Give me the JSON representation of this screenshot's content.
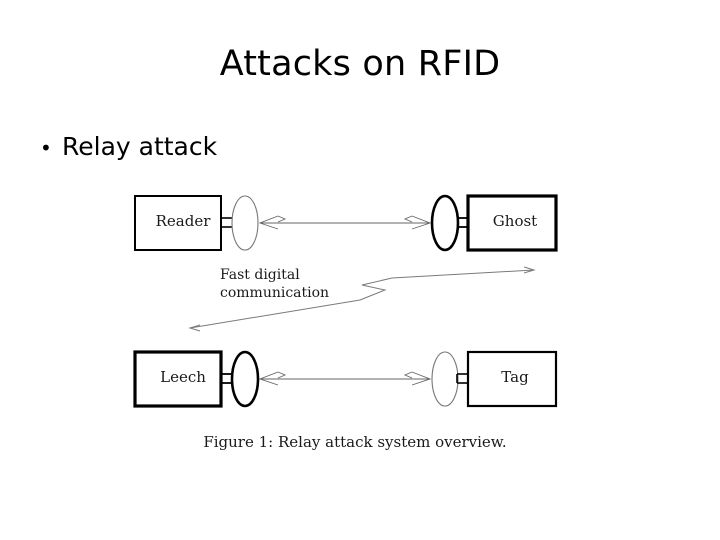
{
  "slide": {
    "title": "Attacks on RFID",
    "background_color": "#ffffff",
    "text_color": "#000000"
  },
  "bullets": [
    {
      "marker": "•",
      "text": "Relay attack"
    }
  ],
  "figure": {
    "caption": "Figure 1: Relay attack system overview.",
    "middle_label_line1": "Fast digital",
    "middle_label_line2": "communication",
    "middle_label": "Fast digital communication",
    "nodes": [
      {
        "id": "reader",
        "label": "Reader",
        "row": "top",
        "side": "left",
        "box_border": "thin",
        "antenna_border": "thin"
      },
      {
        "id": "ghost",
        "label": "Ghost",
        "row": "top",
        "side": "right",
        "box_border": "thick",
        "antenna_border": "thick"
      },
      {
        "id": "leech",
        "label": "Leech",
        "row": "bottom",
        "side": "left",
        "box_border": "thick",
        "antenna_border": "thick"
      },
      {
        "id": "tag",
        "label": "Tag",
        "row": "bottom",
        "side": "right",
        "box_border": "medium",
        "antenna_border": "thin"
      }
    ],
    "links": [
      {
        "id": "rf-top",
        "from": "reader",
        "to": "ghost",
        "style": "double-arrow-thin",
        "description": "RF link between reader antenna and ghost antenna"
      },
      {
        "id": "rf-bottom",
        "from": "leech",
        "to": "tag",
        "style": "double-arrow-thin",
        "description": "RF link between leech antenna and tag antenna"
      },
      {
        "id": "fast-link",
        "from": "leech",
        "to": "ghost",
        "style": "diagonal-zigzag-arrow",
        "description": "Fast digital communication between ghost and leech"
      }
    ],
    "line_color": "#000000",
    "rf_line_color": "#555555"
  }
}
